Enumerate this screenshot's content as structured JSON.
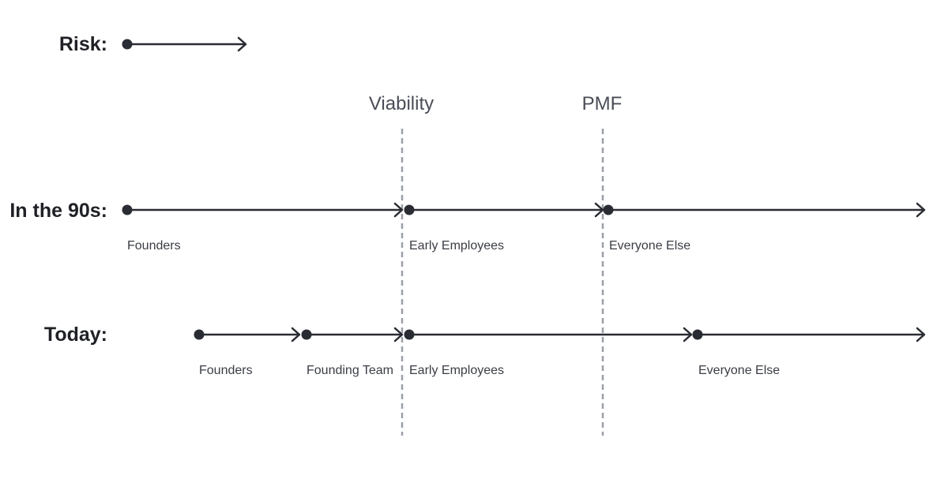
{
  "risk": {
    "label": "Risk:"
  },
  "milestones": [
    {
      "id": "viability",
      "label": "Viability"
    },
    {
      "id": "pmf",
      "label": "PMF"
    }
  ],
  "rows": [
    {
      "id": "nineties",
      "label": "In the 90s:",
      "segments": [
        {
          "label": "Founders"
        },
        {
          "label": "Early Employees"
        },
        {
          "label": "Everyone Else"
        }
      ]
    },
    {
      "id": "today",
      "label": "Today:",
      "segments": [
        {
          "label": "Founders"
        },
        {
          "label": "Founding Team"
        },
        {
          "label": "Early Employees"
        },
        {
          "label": "Everyone Else"
        }
      ]
    }
  ]
}
